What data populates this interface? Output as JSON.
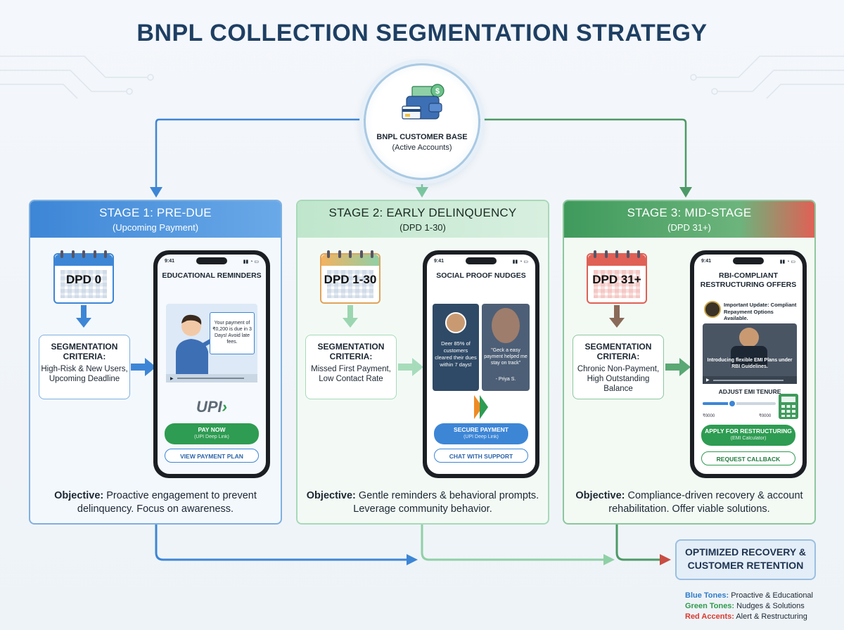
{
  "title": "BNPL COLLECTION SEGMENTATION STRATEGY",
  "hub": {
    "line1": "BNPL CUSTOMER BASE",
    "line2": "(Active Accounts)",
    "icon": "wallet-icon"
  },
  "stages": [
    {
      "title": "STAGE 1: PRE-DUE",
      "subtitle": "(Upcoming Payment)",
      "calendar": "DPD 0",
      "criteria_title": "SEGMENTATION CRITERIA:",
      "criteria_body": "High-Risk & New Users, Upcoming Deadline",
      "phone": {
        "time": "9:41",
        "title": "EDUCATIONAL REMINDERS",
        "bubble": "Your payment of ₹0,200 is due in 3 Days! Avoid late fees.",
        "brand": "UPI",
        "primary": "PAY NOW",
        "primary_sub": "(UPI Deep Link)",
        "secondary": "VIEW PAYMENT PLAN"
      },
      "objective_label": "Objective:",
      "objective_text": "Proactive engagement to prevent delinquency. Focus on awareness.",
      "color": "#3d86d6"
    },
    {
      "title": "STAGE 2: EARLY DELINQUENCY",
      "subtitle": "(DPD 1-30)",
      "calendar": "DPD 1-30",
      "criteria_title": "SEGMENTATION CRITERIA:",
      "criteria_body": "Missed First Payment, Low Contact Rate",
      "phone": {
        "time": "9:41",
        "title": "SOCIAL PROOF NUDGES",
        "card1": "Deer 85% of customers cleared their dues within 7 days!",
        "card2": "\"Geck a easy payment helped me stay on track\"",
        "card2_author": "- Priya S.",
        "primary": "SECURE PAYMENT",
        "primary_sub": "(UPI Deep Link)",
        "secondary": "CHAT WITH SUPPORT"
      },
      "objective_label": "Objective:",
      "objective_text": "Gentle reminders & behavioral prompts. Leverage community behavior.",
      "color": "#3f9a5c"
    },
    {
      "title": "STAGE 3: MID-STAGE",
      "subtitle": "(DPD 31+)",
      "calendar": "DPD 31+",
      "criteria_title": "SEGMENTATION CRITERIA:",
      "criteria_body": "Chronic Non-Payment, High Outstanding Balance",
      "phone": {
        "time": "9:41",
        "title": "RBI-COMPLIANT RESTRUCTURING OFFERS",
        "notice": "Important Update: Compliant Repayment Options Available.",
        "video_caption": "Introducing flexible EMI Plans under RBI Guidelines.",
        "slider_label": "ADJUST EMI TENURE",
        "slider_min": "₹0000",
        "slider_max": "₹0000",
        "slider_value": 0.4,
        "primary": "APPLY FOR RESTRUCTURING",
        "primary_sub": "(EMI Calculator)",
        "secondary": "REQUEST CALLBACK"
      },
      "objective_label": "Objective:",
      "objective_text": "Compliance-driven recovery & account rehabilitation. Offer viable solutions.",
      "color": "#e06055"
    }
  ],
  "result": {
    "line1": "OPTIMIZED RECOVERY &",
    "line2": "CUSTOMER RETENTION"
  },
  "legend": [
    {
      "label": "Blue Tones:",
      "text": "Proactive & Educational",
      "color": "#2f7cc9"
    },
    {
      "label": "Green Tones:",
      "text": "Nudges & Solutions",
      "color": "#2f9a4c"
    },
    {
      "label": "Red Accents:",
      "text": "Alert & Restructuring",
      "color": "#d83a2e"
    }
  ],
  "colors": {
    "blue": "#3d86d6",
    "green": "#3f9a5c",
    "lightgreen": "#8fd0a6",
    "red": "#e06055",
    "navy": "#1e3f63"
  }
}
